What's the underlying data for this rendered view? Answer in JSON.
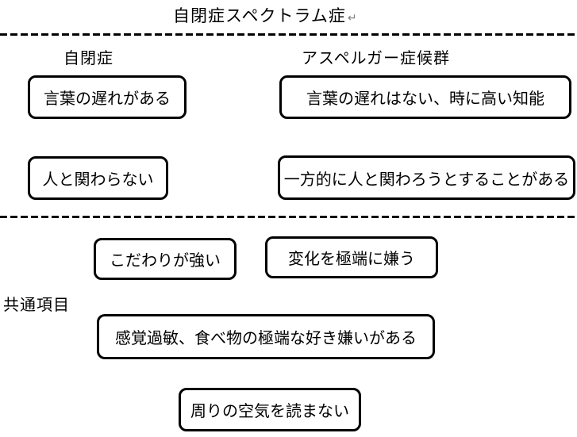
{
  "title": {
    "text": "自閉症スペクトラム症",
    "return_mark": "↵"
  },
  "columns": {
    "left_header": "自閉症",
    "right_header": "アスペルガー症候群"
  },
  "autism_boxes": [
    "言葉の遅れがある",
    "人と関わらない"
  ],
  "asperger_boxes": [
    "言葉の遅れはない、時に高い知能",
    "一方的に人と関わろうとすることがある"
  ],
  "common": {
    "label": "共通項目",
    "boxes": [
      "こだわりが強い",
      "変化を極端に嫌う",
      "感覚過敏、食べ物の極端な好き嫌いがある",
      "周りの空気を読まない"
    ]
  },
  "colors": {
    "text": "#000000",
    "border": "#000000",
    "background": "#ffffff",
    "return_mark": "#808080"
  }
}
